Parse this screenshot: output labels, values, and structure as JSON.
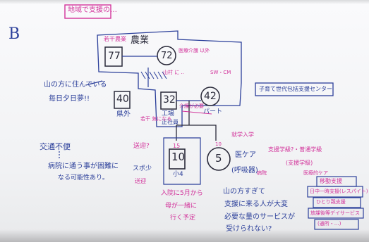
{
  "board": {
    "section_letter": "B",
    "title_box": "地域で支援の…",
    "nousan_label": "農業",
    "nousan_sub": "若干農業",
    "person_77": {
      "age": "77"
    },
    "person_72": {
      "age": "72",
      "note": "医療介護 以外"
    },
    "person_40": {
      "age": "40",
      "place": "県外"
    },
    "person_32": {
      "age": "32",
      "place": "工場",
      "role": "正社員"
    },
    "person_42": {
      "age": "42",
      "place": "パート"
    },
    "person_15": {
      "age_top": "15",
      "age": "10",
      "grade": "小4"
    },
    "person_5": {
      "age_top": "10",
      "age": "5",
      "care": "医ケア",
      "device": "(呼吸器)"
    },
    "left_notes": [
      "山の方に住んでいる",
      "毎日夕日夢!!"
    ],
    "transport_title": "交通不便",
    "transport_lines": [
      "病院に通う事が困難に",
      "なる可能性あり。"
    ],
    "sport_label": "スポ少",
    "sport_detail": "送迎",
    "pickup_label": "送迎?",
    "note_mid_top": "山村 に ..",
    "note_sw": "SW・CM",
    "family_center_box": "子育て世代包括支援センター",
    "hospital_note": "病院",
    "care_notes": [
      "介護が必要",
      "若干 気になる"
    ],
    "school_entry": "就学入学",
    "school_support": "支援学級?・普通学級",
    "school_support_sub": "(支援学級)",
    "school_support_2": "医療的ケア",
    "hospital_trip_lines": [
      "入院に5月から",
      "母が一緒に",
      "行く予定"
    ],
    "conclusion_lines": [
      "山の方すぎて",
      "支援に来る人が大変",
      "必要な量のサービスが",
      "受けられない?"
    ],
    "right_box_labels": [
      "移動支援",
      "日中一時支援(レスパイト)",
      "ひとり親支援",
      "放課後等デイサービス",
      "(通所・…)"
    ]
  }
}
